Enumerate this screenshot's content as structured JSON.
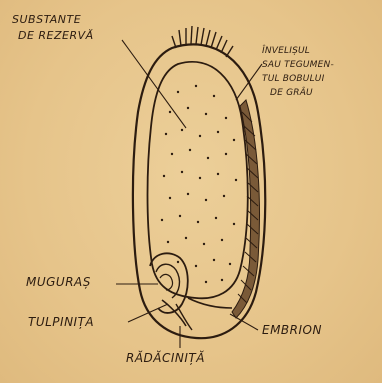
{
  "labels": {
    "reserve_line1": "SUBSTANTE",
    "reserve_line2": "DE REZERVĂ",
    "coat_line1": "ÎNVELIȘUL",
    "coat_line2": "SAU TEGUMEN-",
    "coat_line3": "TUL BOBULUI",
    "coat_line4": "DE GRÂU",
    "bud": "MUGURAȘ",
    "stem": "TULPINIȚA",
    "embryo": "EMBRION",
    "root": "RĂDĂCINIȚĂ"
  },
  "colors": {
    "paper": "#e8c890",
    "ink": "#2c1c10"
  }
}
